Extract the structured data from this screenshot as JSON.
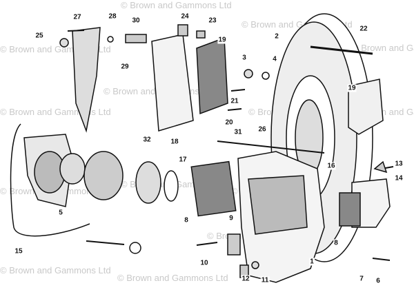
{
  "watermark": "© Brown and Gammons Ltd",
  "labels": {
    "l27": "27",
    "l28": "28",
    "l30": "30",
    "l24": "24",
    "l23": "23",
    "l25": "25",
    "l29": "29",
    "l19a": "19",
    "l2": "2",
    "l22": "22",
    "l3": "3",
    "l4": "4",
    "l21": "21",
    "l20": "20",
    "l19b": "19",
    "l31": "31",
    "l26": "26",
    "l18": "18",
    "l32": "32",
    "l17": "17",
    "l16": "16",
    "l13": "13",
    "l14": "14",
    "l8a": "8",
    "l8b": "8",
    "l9": "9",
    "l5": "5",
    "l15": "15",
    "l10": "10",
    "l12": "12",
    "l11": "11",
    "l1": "1",
    "l7": "7",
    "l6": "6"
  }
}
